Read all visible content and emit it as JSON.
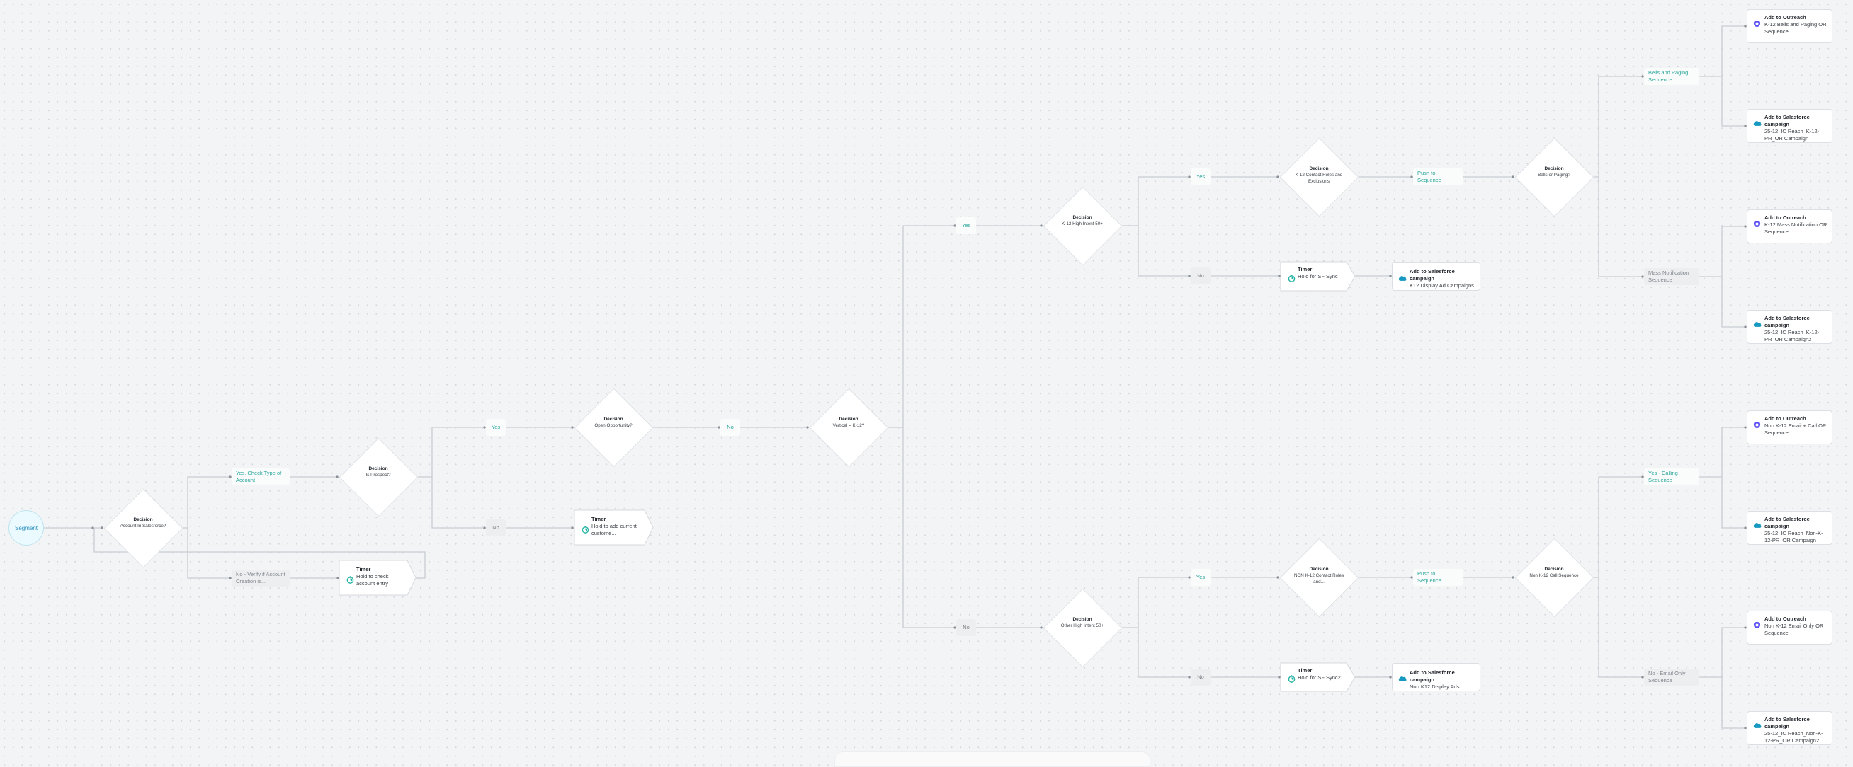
{
  "colors": {
    "positive": "#2aa79b",
    "neutral": "#80868d",
    "outreach": "#5b4ff5",
    "salesforce": "#1798c1",
    "timer": "#2bb5a5",
    "edge": "#c8ccd2"
  },
  "segment": {
    "label": "Segment"
  },
  "decisions": [
    {
      "title": "Decision",
      "text": "Account In Salesforce?"
    },
    {
      "title": "Decision",
      "text": "Is Prospect?"
    },
    {
      "title": "Decision",
      "text": "Open Opportunity?"
    },
    {
      "title": "Decision",
      "text": "Vertical = K-12?"
    },
    {
      "title": "Decision",
      "text": "K-12 High Intent 50+"
    },
    {
      "title": "Decision",
      "text": "K-12 Contact Roles and Exclusions"
    },
    {
      "title": "Decision",
      "text": "Bells or Paging?"
    },
    {
      "title": "Decision",
      "text": "Other High Intent 50+"
    },
    {
      "title": "Decision",
      "text": "NON K-12 Contact Roles and..."
    },
    {
      "title": "Decision",
      "text": "Non K-12 Call Sequence"
    }
  ],
  "labels": [
    {
      "text": "Yes, Check Type of Account",
      "style": "positive"
    },
    {
      "text": "No - Verify if Account Creation is...",
      "style": "neutral"
    },
    {
      "text": "Yes",
      "style": "positive"
    },
    {
      "text": "No",
      "style": "neutral"
    },
    {
      "text": "No",
      "style": "positive"
    },
    {
      "text": "Yes",
      "style": "positive"
    },
    {
      "text": "No",
      "style": "neutral"
    },
    {
      "text": "Yes",
      "style": "positive"
    },
    {
      "text": "No",
      "style": "neutral"
    },
    {
      "text": "Push to Sequence",
      "style": "positive"
    },
    {
      "text": "Bells and Paging Sequence",
      "style": "positive"
    },
    {
      "text": "Mass Notification Sequence",
      "style": "neutral"
    },
    {
      "text": "Yes",
      "style": "positive"
    },
    {
      "text": "No",
      "style": "neutral"
    },
    {
      "text": "Push to Sequence",
      "style": "positive"
    },
    {
      "text": "Yes - Calling Sequence",
      "style": "positive"
    },
    {
      "text": "No - Email Only Sequence",
      "style": "neutral"
    }
  ],
  "timers": [
    {
      "title": "Timer",
      "text": "Hold to check account entry",
      "icon": "timer-icon"
    },
    {
      "title": "Timer",
      "text": "Hold to add current custome...",
      "icon": "timer-icon"
    },
    {
      "title": "Timer",
      "text": "Hold for SF Sync",
      "icon": "timer-icon"
    },
    {
      "title": "Timer",
      "text": "Hold for SF Sync2",
      "icon": "timer-icon"
    }
  ],
  "actions": [
    {
      "title": "Add to Salesforce campaign",
      "text": "K12 Display Ad Campaigns",
      "icon": "salesforce-icon"
    },
    {
      "title": "Add to Salesforce campaign",
      "text": "Non K12 Display Ads",
      "icon": "salesforce-icon"
    },
    {
      "title": "Add to Outreach",
      "text": "K-12 Bells and Paging OR Sequence",
      "icon": "outreach-icon"
    },
    {
      "title": "Add to Salesforce campaign",
      "text": "25-12_IC Reach_K-12-PR_OR Campaign",
      "icon": "salesforce-icon"
    },
    {
      "title": "Add to Outreach",
      "text": "K-12 Mass Notification OR Sequence",
      "icon": "outreach-icon"
    },
    {
      "title": "Add to Salesforce campaign",
      "text": "25-12_IC Reach_K-12-PR_OR Campaign2",
      "icon": "salesforce-icon"
    },
    {
      "title": "Add to Outreach",
      "text": "Non K-12 Email + Call OR Sequence",
      "icon": "outreach-icon"
    },
    {
      "title": "Add to Salesforce campaign",
      "text": "25-12_IC Reach_Non-K-12-PR_OR Campaign",
      "icon": "salesforce-icon"
    },
    {
      "title": "Add to Outreach",
      "text": "Non K-12 Email Only OR Sequence",
      "icon": "outreach-icon"
    },
    {
      "title": "Add to Salesforce campaign",
      "text": "25-12_IC Reach_Non-K-12-PR_OR Campaign2",
      "icon": "salesforce-icon"
    }
  ]
}
